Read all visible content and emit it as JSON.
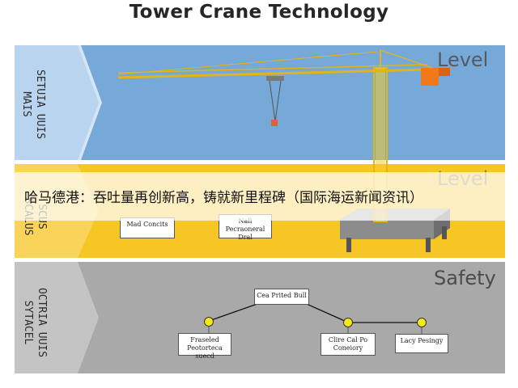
{
  "title": "Tower Crane Technology",
  "sections": [
    {
      "side_label": "SETUIA UUIS\nMAIS",
      "corner_word": "Level"
    },
    {
      "side_label": "SCUS\nSCALUS",
      "corner_word": "Level",
      "boxes": [
        "Mad\nConcits",
        "Nall\nPecraoneral\nDral"
      ]
    },
    {
      "side_label": "OCTRIA UUIS\nSYTACEL",
      "corner_word": "Safety",
      "top_box": "Cea Prited\nBull",
      "boxes": [
        "Fraseled\nPeotorteca\nsuecd",
        "Clire\nCal Po\nConeiory",
        "Lacy\nPesingy"
      ]
    }
  ],
  "overlay_caption": "哈马德港：吞吐量再创新高，铸就新里程碑（国际海运新闻资讯）",
  "colors": {
    "sky": "#76a9d8",
    "yellow": "#f6c624",
    "grey": "#a9a9a9",
    "crane": "#f0c419"
  }
}
